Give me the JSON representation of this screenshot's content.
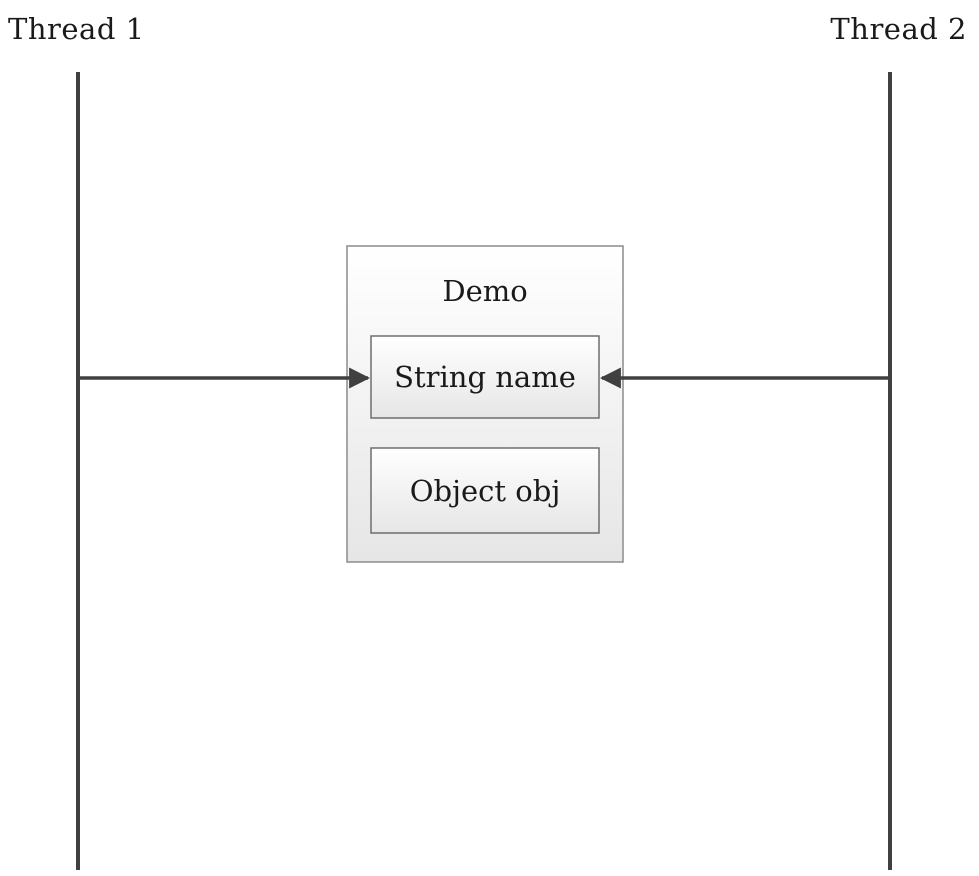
{
  "threads": [
    {
      "label": "Thread 1"
    },
    {
      "label": "Thread 2"
    }
  ],
  "demo_object": {
    "title": "Demo",
    "fields": [
      {
        "label": "String name"
      },
      {
        "label": "Object obj"
      }
    ]
  },
  "colors": {
    "line": "#404040",
    "box_stroke": "#8c8c8c",
    "box_gradient_top": "#ffffff",
    "box_gradient_bottom": "#e8e8e8",
    "text": "#1a1a1a"
  }
}
